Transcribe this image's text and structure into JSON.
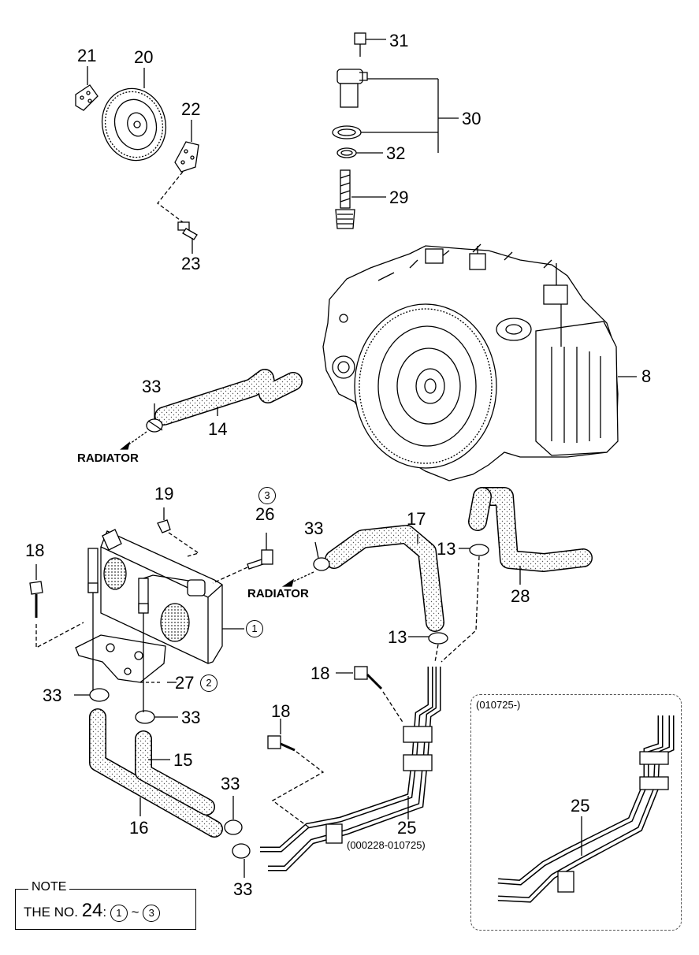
{
  "callouts": {
    "n21": "21",
    "n20": "20",
    "n22": "22",
    "n23": "23",
    "n31": "31",
    "n30": "30",
    "n32": "32",
    "n29": "29",
    "n8": "8",
    "n33a": "33",
    "n14": "14",
    "n19": "19",
    "n26": "26",
    "n17": "17",
    "n33b": "33",
    "n13a": "13",
    "n18a": "18",
    "n28": "28",
    "n13b": "13",
    "n18b": "18",
    "n27": "27",
    "n33c": "33",
    "n33d": "33",
    "n18c": "18",
    "n15": "15",
    "n16": "16",
    "n33e": "33",
    "n25a": "25",
    "n33f": "33",
    "n25b": "25"
  },
  "circled": {
    "c1": "1",
    "c2": "2",
    "c3": "3"
  },
  "labels": {
    "radiator_1": "RADIATOR",
    "radiator_2": "RADIATOR",
    "date_range_1": "(000228-010725)",
    "date_range_2": "(010725-)"
  },
  "note": {
    "title": "NOTE",
    "prefix": "THE NO.",
    "number": "24",
    "colon": ":",
    "from": "1",
    "tilde": "~",
    "to": "3"
  },
  "colors": {
    "line": "#000000",
    "dash": "#444444",
    "background": "#ffffff"
  }
}
